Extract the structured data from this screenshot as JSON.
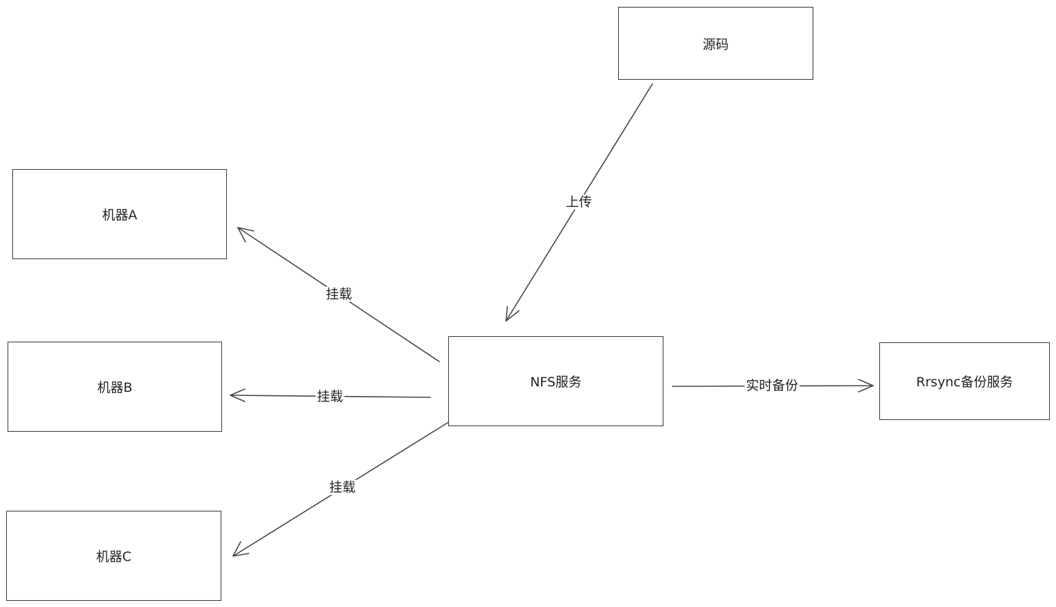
{
  "diagram": {
    "nodes": {
      "source": "源码",
      "machine_a": "机器A",
      "machine_b": "机器B",
      "machine_c": "机器C",
      "nfs": "NFS服务",
      "rsync": "Rrsync备份服务"
    },
    "edges": {
      "upload": "上传",
      "mount_a": "挂载",
      "mount_b": "挂载",
      "mount_c": "挂载",
      "backup": "实时备份"
    },
    "colors": {
      "stroke": "#444444",
      "text": "#222222",
      "background": "#ffffff"
    }
  }
}
